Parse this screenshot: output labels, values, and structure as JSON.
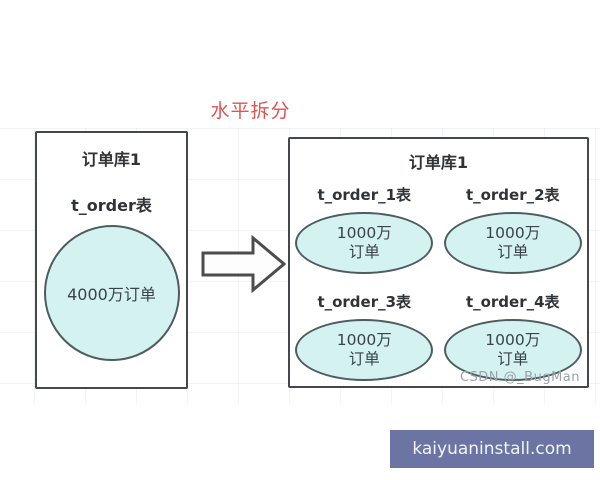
{
  "title": {
    "text": "水平拆分",
    "color": "#e05353"
  },
  "left_db": {
    "name": "订单库1",
    "table_label": "t_order表",
    "circle_text": "4000万订单"
  },
  "arrow": {
    "direction": "right"
  },
  "right_db": {
    "name": "订单库1",
    "tables": [
      {
        "label": "t_order_1表",
        "line1": "1000万",
        "line2": "订单"
      },
      {
        "label": "t_order_2表",
        "line1": "1000万",
        "line2": "订单"
      },
      {
        "label": "t_order_3表",
        "line1": "1000万",
        "line2": "订单"
      },
      {
        "label": "t_order_4表",
        "line1": "1000万",
        "line2": "订单"
      }
    ],
    "watermark": "CSDN @_BugMan"
  },
  "banner": {
    "text": "kaiyuaninstall.com",
    "bg": "#6b74a3",
    "fg": "#f2f4f7"
  },
  "colors": {
    "shape_fill": "#d3f2f0",
    "shape_border": "#4d5c60",
    "box_border": "#44484b",
    "title_red": "#e05353"
  }
}
